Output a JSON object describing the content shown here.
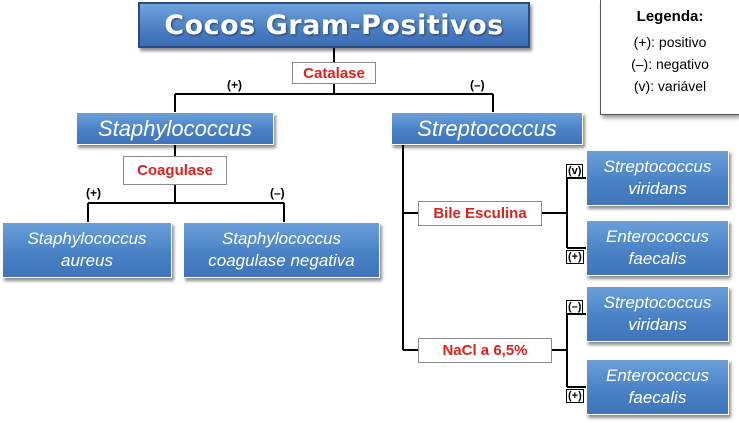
{
  "title": "Cocos Gram-Positivos",
  "legend": {
    "title": "Legenda:",
    "items": [
      "(+): positivo",
      "(–): negativo",
      "(v): variável"
    ]
  },
  "tests": {
    "catalase": "Catalase",
    "coagulase": "Coagulase",
    "bile_esculina": "Bile Esculina",
    "nacl": "NaCl a 6,5%"
  },
  "genera": {
    "staphylococcus": "Staphylococcus",
    "streptococcus": "Streptococcus"
  },
  "species": {
    "staph_aureus": "Staphylococcus\naureus",
    "staph_coag_neg": "Staphylococcus\ncoagulase negativa",
    "strep_viridans_1": "Streptococcus\nviridans",
    "entero_faecalis_1": "Enterococcus\nfaecalis",
    "strep_viridans_2": "Streptococcus\nviridans",
    "entero_faecalis_2": "Enterococcus\nfaecalis"
  },
  "signs": {
    "catalase_pos": "(+)",
    "catalase_neg": "(–)",
    "coagulase_pos": "(+)",
    "coagulase_neg": "(–)",
    "bile_var": "(v)",
    "bile_pos": "(+)",
    "nacl_neg": "(–)",
    "nacl_pos": "(+)"
  }
}
